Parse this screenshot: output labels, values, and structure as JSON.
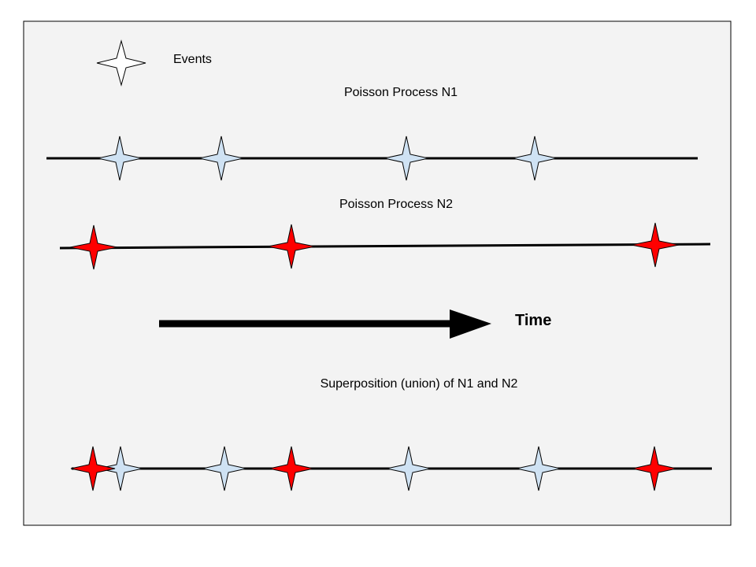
{
  "legend": {
    "label": "Events",
    "icon": "four-point-star-icon"
  },
  "colors": {
    "panel_fill": "#f3f3f3",
    "panel_border": "#000000",
    "line": "#000000",
    "n1_event": "#cfe2f3",
    "n2_event": "#ff0000",
    "legend_event": "#ffffff"
  },
  "processes": [
    {
      "id": "n1",
      "title": "Poisson Process N1",
      "event_color_key": "n1_event"
    },
    {
      "id": "n2",
      "title": "Poisson Process N2",
      "event_color_key": "n2_event"
    }
  ],
  "time_arrow": {
    "label": "Time"
  },
  "superposition": {
    "title": "Superposition (union) of N1 and N2"
  }
}
